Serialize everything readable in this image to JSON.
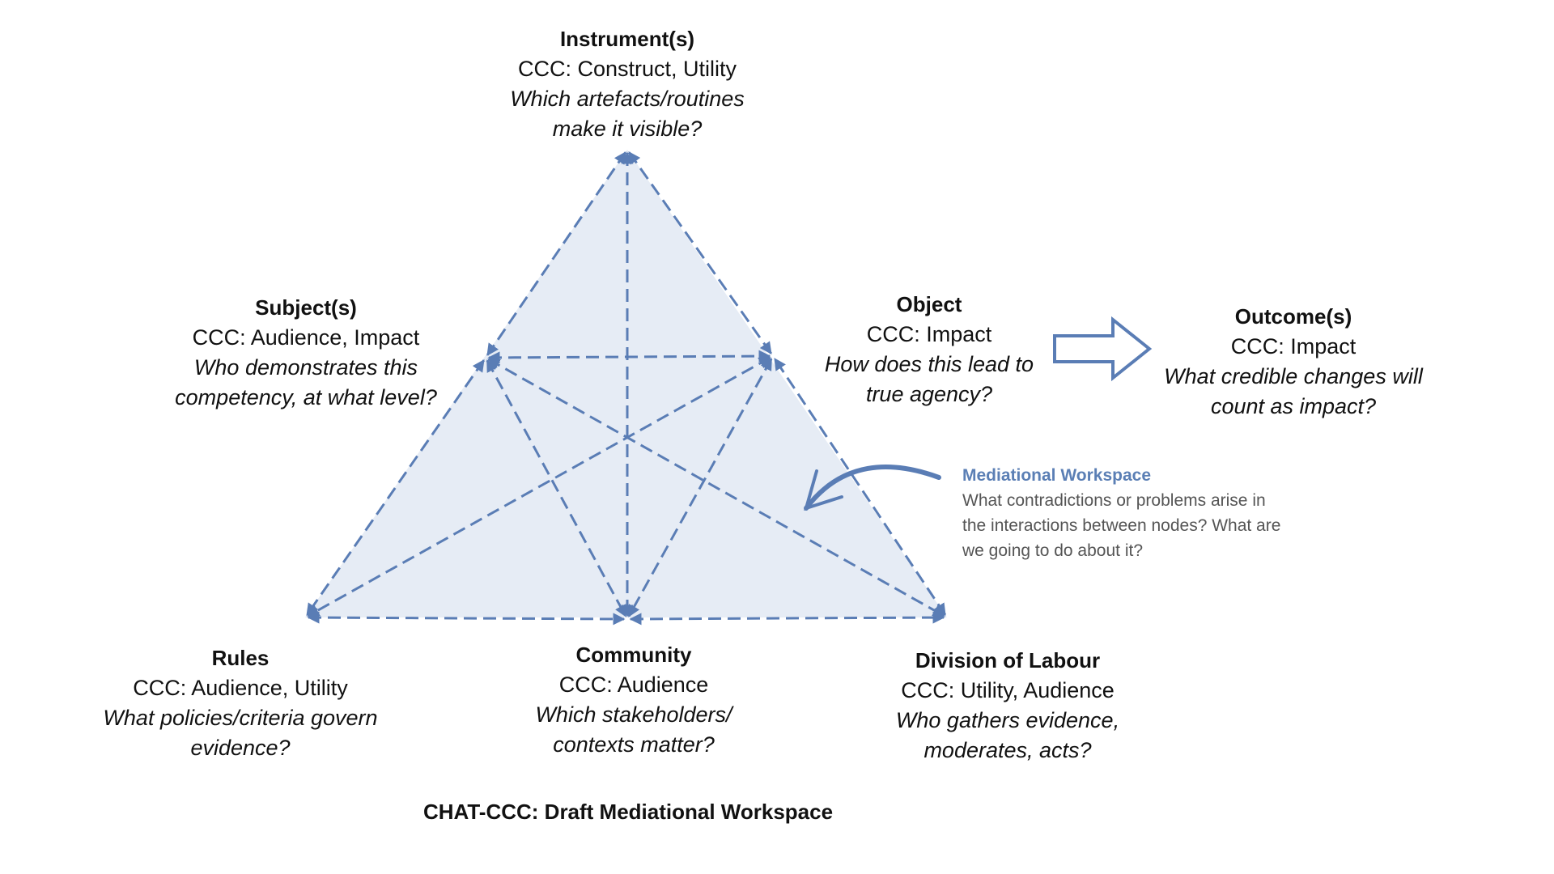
{
  "diagram": {
    "title": "CHAT-CCC: Draft Mediational Workspace",
    "colors": {
      "line": "#5a7db5",
      "fill": "#e6ecf5",
      "accent": "#5b7fb5",
      "body_text": "#555555"
    },
    "nodes": {
      "instrument": {
        "title": "Instrument(s)",
        "ccc": "CCC: Construct, Utility",
        "question": [
          "Which artefacts/routines",
          "make it visible?"
        ]
      },
      "subject": {
        "title": "Subject(s)",
        "ccc": "CCC: Audience, Impact",
        "question": [
          "Who demonstrates this",
          "competency, at what level?"
        ]
      },
      "object": {
        "title": "Object",
        "ccc": "CCC: Impact",
        "question": [
          "How does this lead to",
          "true agency?"
        ]
      },
      "outcome": {
        "title": "Outcome(s)",
        "ccc": "CCC: Impact",
        "question": [
          "What credible changes will",
          "count as impact?"
        ]
      },
      "rules": {
        "title": "Rules",
        "ccc": "CCC: Audience, Utility",
        "question": [
          "What policies/criteria govern",
          "evidence?"
        ]
      },
      "community": {
        "title": "Community",
        "ccc": "CCC: Audience",
        "question": [
          "Which stakeholders/",
          "contexts matter?"
        ]
      },
      "division": {
        "title": "Division of Labour",
        "ccc": "CCC: Utility, Audience",
        "question": [
          "Who gathers evidence,",
          "moderates, acts?"
        ]
      }
    },
    "connections": [
      [
        "instrument",
        "subject"
      ],
      [
        "subject",
        "rules"
      ],
      [
        "rules",
        "community"
      ],
      [
        "community",
        "division"
      ],
      [
        "division",
        "object"
      ],
      [
        "object",
        "instrument"
      ],
      [
        "instrument",
        "community"
      ],
      [
        "subject",
        "object"
      ],
      [
        "subject",
        "community"
      ],
      [
        "subject",
        "division"
      ],
      [
        "object",
        "community"
      ],
      [
        "object",
        "rules"
      ]
    ],
    "flow_arrow": {
      "from": "object",
      "to": "outcome",
      "icon": "outline-right-arrow-icon"
    },
    "mediational_workspace": {
      "title": "Mediational Workspace",
      "body": [
        "What contradictions or problems arise in",
        "the interactions between nodes? What are",
        "we going to do about it?"
      ],
      "icon": "curved-arrow-icon"
    }
  }
}
